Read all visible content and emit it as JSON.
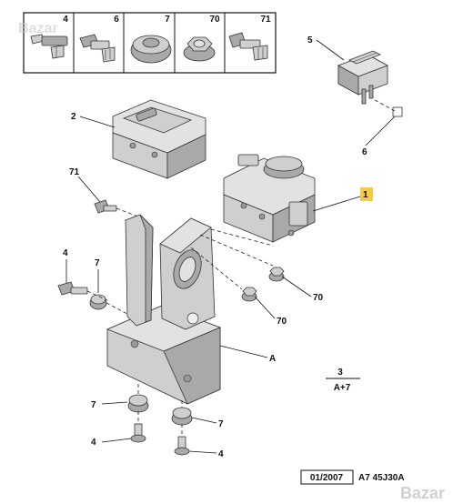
{
  "watermark": "Bazar",
  "top_row": {
    "callouts": [
      "4",
      "6",
      "7",
      "70",
      "71"
    ]
  },
  "callouts": {
    "c5": "5",
    "c6": "6",
    "c2": "2",
    "c1": "1",
    "c71": "71",
    "c4_left": "4",
    "c7_left": "7",
    "c70_right_top": "70",
    "c70_right_bottom": "70",
    "cA": "A",
    "c7_bottom_left": "7",
    "c7_bottom_right": "7",
    "c4_bottom_left": "4",
    "c4_bottom_right": "4"
  },
  "reference": {
    "top": "3",
    "bottom": "A+7"
  },
  "footer": {
    "date": "01/2007",
    "code": "A7 45J30A"
  },
  "colors": {
    "highlight": "#f7c948"
  }
}
